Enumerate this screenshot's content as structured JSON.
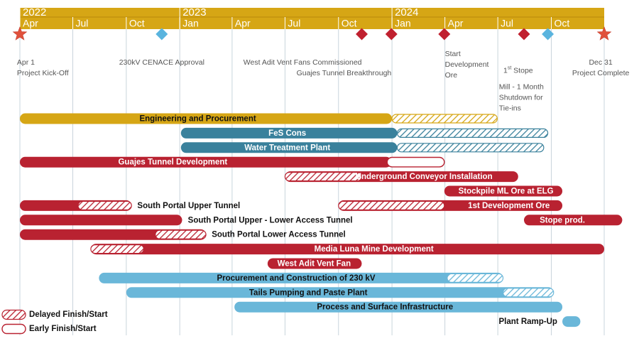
{
  "colors": {
    "gold": "#D6A615",
    "gold_dark": "#B8880A",
    "teal": "#3A819C",
    "red": "#B92231",
    "light_blue": "#6AB7D9",
    "star": "#E0513C",
    "diamond_red": "#C0202F",
    "diamond_blue": "#5AB4DE",
    "grid": "#C9D4DC",
    "month_text": "#FFFFFF",
    "label_text": "#555555"
  },
  "chart_data": {
    "type": "gantt",
    "axis": {
      "start": "2022-04-01",
      "end": "2024-12-31",
      "year_labels": [
        {
          "label": "2022",
          "date": "2022-04-01"
        },
        {
          "label": "2023",
          "date": "2023-01-01"
        },
        {
          "label": "2024",
          "date": "2024-01-01"
        }
      ],
      "month_labels": [
        {
          "label": "Apr",
          "date": "2022-04-01"
        },
        {
          "label": "Jul",
          "date": "2022-07-01"
        },
        {
          "label": "Oct",
          "date": "2022-10-01"
        },
        {
          "label": "Jan",
          "date": "2023-01-01"
        },
        {
          "label": "Apr",
          "date": "2023-04-01"
        },
        {
          "label": "Jul",
          "date": "2023-07-01"
        },
        {
          "label": "Oct",
          "date": "2023-10-01"
        },
        {
          "label": "Jan",
          "date": "2024-01-01"
        },
        {
          "label": "Apr",
          "date": "2024-04-01"
        },
        {
          "label": "Jul",
          "date": "2024-07-01"
        },
        {
          "label": "Oct",
          "date": "2024-10-01"
        }
      ]
    },
    "milestones": [
      {
        "id": "kickoff",
        "shape": "star",
        "color": "star",
        "date": "2022-04-01",
        "label": [
          "Apr 1",
          "Project Kick-Off"
        ],
        "label_align": "start",
        "label_date": "2022-03-27",
        "label_row": 0
      },
      {
        "id": "cenace",
        "shape": "diamond",
        "color": "diamond_blue",
        "date": "2022-12-01",
        "label": [
          "230kV CENACE Approval"
        ],
        "label_align": "middle",
        "label_date": "2022-12-01",
        "label_row": 0
      },
      {
        "id": "west-adit-fans",
        "shape": "diamond",
        "color": "diamond_red",
        "date": "2023-11-10",
        "label": [
          "West Adit Vent Fans Commissioned"
        ],
        "label_align": "end",
        "label_date": "2023-11-10",
        "label_row": 0
      },
      {
        "id": "guajes-breakthrough",
        "shape": "diamond",
        "color": "diamond_red",
        "date": "2023-12-31",
        "label": [
          "Guajes Tunnel  Breakthrough"
        ],
        "label_align": "end",
        "label_date": "2023-12-31",
        "label_row": 1
      },
      {
        "id": "dev-ore",
        "shape": "diamond",
        "color": "diamond_red",
        "date": "2024-03-31",
        "label": [
          "Start",
          "Development",
          "Ore"
        ],
        "label_align": "start",
        "label_date": "2024-04-01",
        "label_row": -0.8
      },
      {
        "id": "first-stope",
        "shape": "diamond",
        "color": "diamond_red",
        "date": "2024-08-15",
        "label": [
          "1st Stope"
        ],
        "label_align": "middle",
        "label_date": "2024-08-05",
        "label_row": 0.75
      },
      {
        "id": "mill-shutdown",
        "shape": "diamond",
        "color": "diamond_blue",
        "date": "2024-09-25",
        "label": [
          "Mill - 1 Month",
          "Shutdown for",
          "Tie-ins"
        ],
        "label_align": "start",
        "label_date": "2024-07-03",
        "label_row": 2.3
      },
      {
        "id": "complete",
        "shape": "star",
        "color": "star",
        "date": "2024-12-31",
        "label": [
          "Dec 31",
          "Project Complete"
        ],
        "label_align": "middle",
        "label_date": "2024-12-25",
        "label_row": 0
      }
    ],
    "tasks": [
      {
        "row": 0,
        "label": "Engineering and Procurement",
        "color": "gold",
        "start": "2022-04-01",
        "end": "2024-01-01",
        "delayed": [
          "2024-01-01",
          "2024-06-30"
        ],
        "label_date": "2023-02-01",
        "label_pos": "inside"
      },
      {
        "row": 1,
        "label": "FeS Cons",
        "color": "teal",
        "start": "2023-01-03",
        "end": "2024-01-10",
        "delayed": [
          "2024-01-10",
          "2024-09-25"
        ],
        "label_date": "2023-07-05",
        "label_pos": "inside"
      },
      {
        "row": 2,
        "label": "Water Treatment Plant",
        "color": "teal",
        "start": "2023-01-03",
        "end": "2024-01-10",
        "delayed": [
          "2024-01-10",
          "2024-09-18"
        ],
        "label_date": "2023-07-05",
        "label_pos": "inside"
      },
      {
        "row": 3,
        "label": "Guajes Tunnel Development",
        "color": "red",
        "start": "2022-04-01",
        "end": "2023-12-31",
        "early": [
          "2023-12-31",
          "2024-03-31"
        ],
        "label_date": "2022-12-20",
        "label_pos": "inside"
      },
      {
        "row": 4,
        "label": "Underground Conveyor Installation",
        "color": "red",
        "start": "2023-07-01",
        "end": "2024-08-05",
        "delayed": [
          "2023-07-01",
          "2023-11-10"
        ],
        "label_date": "2024-02-25",
        "label_pos": "inside"
      },
      {
        "row": 5,
        "label": "Stockpile ML Ore at ELG",
        "color": "red",
        "start": "2024-03-31",
        "end": "2024-10-20",
        "label_date": "2024-07-15",
        "label_pos": "inside"
      },
      {
        "row": 6,
        "label": "South Portal Upper Tunnel",
        "color": "red",
        "start": "2022-04-01",
        "end": "2022-10-10",
        "delayed": [
          "2022-07-10",
          "2022-10-10"
        ],
        "label_date": "2022-10-20",
        "label_pos": "after"
      },
      {
        "row": 6,
        "label": "1st Development Ore",
        "color": "red",
        "start": "2023-10-01",
        "end": "2024-10-20",
        "delayed": [
          "2023-10-01",
          "2024-03-31"
        ],
        "label_date": "2024-07-20",
        "label_pos": "inside"
      },
      {
        "row": 7,
        "label": "South Portal Upper - Lower Access Tunnel",
        "color": "red",
        "start": "2022-04-01",
        "end": "2023-01-05",
        "label_date": "2023-01-15",
        "label_pos": "after"
      },
      {
        "row": 7,
        "label": "Stope prod.",
        "color": "red",
        "start": "2024-08-15",
        "end": "2025-01-31",
        "label_date": "2024-10-20",
        "label_pos": "inside"
      },
      {
        "row": 8,
        "label": "South Portal Lower Access Tunnel",
        "color": "red",
        "start": "2022-04-01",
        "end": "2023-02-15",
        "delayed": [
          "2022-11-20",
          "2023-02-15"
        ],
        "label_date": "2023-02-25",
        "label_pos": "after"
      },
      {
        "row": 9,
        "label": "Media Luna Mine Development",
        "color": "red",
        "start": "2022-08-01",
        "end": "2024-12-31",
        "delayed": [
          "2022-08-01",
          "2022-10-31"
        ],
        "label_date": "2023-12-01",
        "label_pos": "inside"
      },
      {
        "row": 10,
        "label": "West Adit Vent Fan",
        "color": "red",
        "start": "2023-06-01",
        "end": "2023-11-10",
        "label_date": "2023-08-20",
        "label_pos": "inside"
      },
      {
        "row": 11,
        "label": "Procurement and Construction of 230 kV",
        "color": "light_blue",
        "start": "2022-08-15",
        "end": "2024-07-10",
        "delayed": [
          "2024-04-05",
          "2024-07-10"
        ],
        "label_date": "2023-07-20",
        "label_pos": "inside"
      },
      {
        "row": 12,
        "label": "Tails Pumping and Paste Plant",
        "color": "light_blue",
        "start": "2022-10-01",
        "end": "2024-10-05",
        "delayed": [
          "2024-07-10",
          "2024-10-05"
        ],
        "label_date": "2023-08-10",
        "label_pos": "inside"
      },
      {
        "row": 13,
        "label": "Process and Surface Infrastructure",
        "color": "light_blue",
        "start": "2023-04-05",
        "end": "2024-10-20",
        "label_date": "2023-12-20",
        "label_pos": "inside"
      },
      {
        "row": 14,
        "label": "Plant Ramp-Up",
        "color": "light_blue",
        "start": "2024-10-20",
        "end": "2024-11-20",
        "label_date": "2024-10-15",
        "label_pos": "before"
      }
    ],
    "legend": [
      {
        "label": "Delayed Finish/Start",
        "style": "hatched"
      },
      {
        "label": "Early Finish/Start",
        "style": "outline"
      }
    ]
  }
}
